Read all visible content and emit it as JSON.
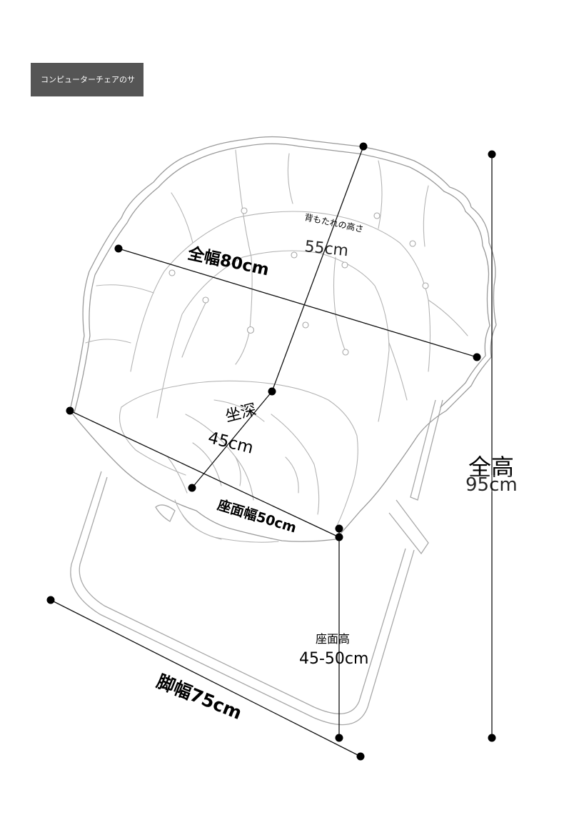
{
  "title_badge": "コンピューターチェアのサ",
  "dimensions": {
    "back_height": {
      "label": "背もたれの高さ",
      "value": "55cm"
    },
    "full_width": {
      "label": "全幅80cm"
    },
    "seat_depth": {
      "label": "坐深",
      "value": "45cm"
    },
    "seat_width": {
      "label": "座面幅50cm"
    },
    "full_height": {
      "label": "全高",
      "value": "95cm"
    },
    "seat_height": {
      "label": "座面高",
      "value": "45-50cm"
    },
    "leg_width": {
      "label": "脚幅75cm"
    }
  },
  "colors": {
    "badge_background": "#555555",
    "line_art": "#9a9a9a",
    "dimension_lines": "#111111"
  }
}
